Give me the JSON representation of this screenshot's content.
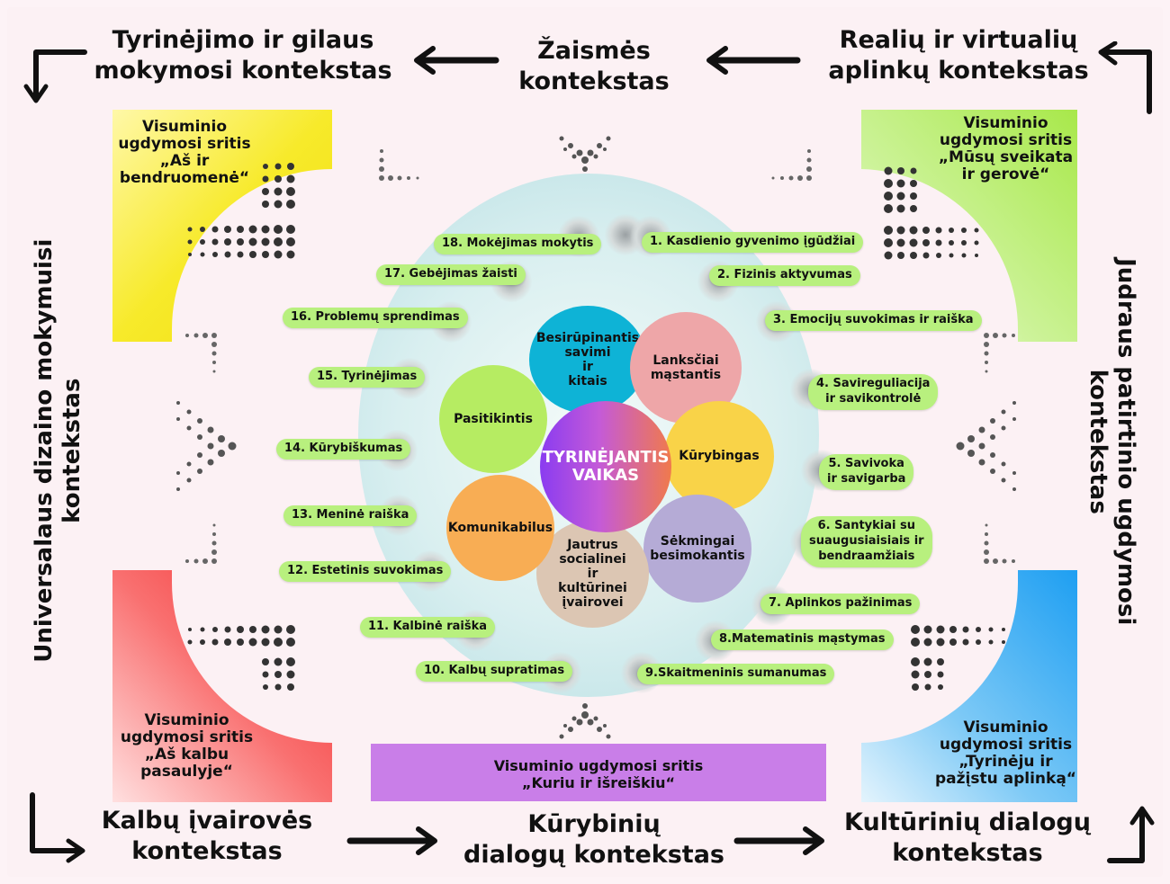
{
  "contexts": {
    "top_left": "Tyrinėjimo ir gilaus\nmokymosi kontekstas",
    "top_center": "Žaismės\nkontekstas",
    "top_right": "Realių ir virtualių\naplinkų kontekstas",
    "bottom_left": "Kalbų įvairovės\nkontekstas",
    "bottom_center": "Kūrybinių\ndialogų kontekstas",
    "bottom_right": "Kultūrinių dialogų\nkontekstas",
    "left": "Universalaus dizaino mokymuisi\nkontekstas",
    "right": "Judraus patirtinio ugdymosi\nkontekstas"
  },
  "areas": {
    "top_left": "Visuminio\nugdymosi sritis\n„Aš ir\nbendruomenė“",
    "top_right": "Visuminio\nugdymosi sritis\n„Mūsų sveikata\nir gerovė“",
    "bottom_left": "Visuminio\nugdymosi sritis\n„Aš kalbu\npasaulyje“",
    "bottom_right": "Visuminio\nugdymosi sritis\n„Tyrinėju ir\npažįstu aplinką“",
    "bottom_center": "Visuminio ugdymosi sritis\n„Kuriu ir išreiškiu“"
  },
  "colors": {
    "yellow_panel": "#f4e520",
    "green_panel": "#b6ec57",
    "red_panel": "#f43b3b",
    "blue_panel": "#29a8f4",
    "purple_bar": "#c97ee8",
    "pill_green": "#b8f07e"
  },
  "competences": [
    "1. Kasdienio gyvenimo įgūdžiai",
    "2. Fizinis aktyvumas",
    "3. Emocijų suvokimas ir raiška",
    "4. Savireguliacija\nir savikontrolė",
    "5. Savivoka\nir savigarba",
    "6. Santykiai su\nsuaugusiaisiais ir\nbendraamžiais",
    "7. Aplinkos pažinimas",
    "8.Matematinis mąstymas",
    "9.Skaitmeninis sumanumas",
    "10. Kalbų supratimas",
    "11. Kalbinė raiška",
    "12. Estetinis suvokimas",
    "13. Meninė raiška",
    "14. Kūrybiškumas",
    "15. Tyrinėjimas",
    "16. Problemų sprendimas",
    "17. Gebėjimas žaisti",
    "18. Mokėjimas mokytis"
  ],
  "center": "TYRINĖJANTIS\nVAIKAS",
  "petals": [
    {
      "label": "Besirūpinantis\nsavimi\nir\nkitais",
      "color": "#0eb3d6"
    },
    {
      "label": "Lanksčiai\nmąstantis",
      "color": "#eea6a8"
    },
    {
      "label": "Kūrybingas",
      "color": "#f9d348"
    },
    {
      "label": "Sėkmingai\nbesimokantis",
      "color": "#b5abd6"
    },
    {
      "label": "Jautrus\nsocialinei\nir\nkultūrinei\nįvairovei",
      "color": "#dcc6b3"
    },
    {
      "label": "Komunikabilus",
      "color": "#f8ad54"
    },
    {
      "label": "Pasitikintis",
      "color": "#b6ec62"
    }
  ]
}
